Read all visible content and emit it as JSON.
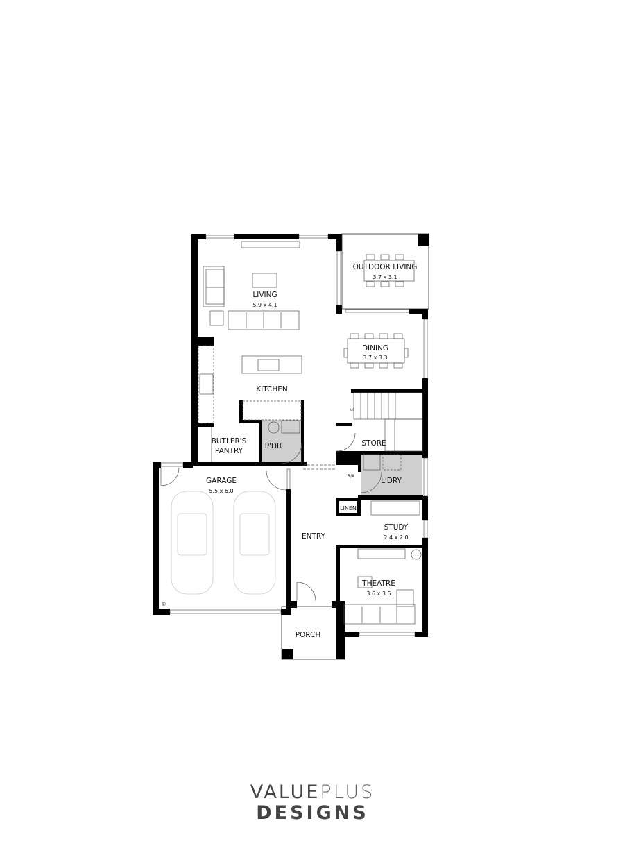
{
  "rooms": {
    "outdoor_living": {
      "name": "OUTDOOR LIVING",
      "size": "3.7 x 3.1"
    },
    "living": {
      "name": "LIVING",
      "size": "5.9 x 4.1"
    },
    "dining": {
      "name": "DINING",
      "size": "3.7 x 3.3"
    },
    "kitchen": {
      "name": "KITCHEN"
    },
    "butlers_pantry": {
      "name_line1": "BUTLER'S",
      "name_line2": "PANTRY"
    },
    "powder": {
      "name": "P'DR"
    },
    "store": {
      "name": "STORE"
    },
    "robe_alcove": {
      "name": "R/A"
    },
    "laundry": {
      "name": "L'DRY"
    },
    "linen": {
      "name": "LINEN"
    },
    "garage": {
      "name": "GARAGE",
      "size": "5.5 x 6.0"
    },
    "entry": {
      "name": "ENTRY"
    },
    "study": {
      "name": "STUDY",
      "size": "2.4 x 2.0"
    },
    "theatre": {
      "name": "THEATRE",
      "size": "3.6 x 3.6"
    },
    "porch": {
      "name": "PORCH"
    }
  },
  "stairs": {
    "label": "UP"
  },
  "copyright": "©",
  "logo": {
    "word1": "VALUE",
    "word2": "PLUS",
    "word3": "DESIGNS"
  },
  "colors": {
    "wall": "#000000",
    "wet_area": "#cfcfcf",
    "logo": "#444444"
  }
}
